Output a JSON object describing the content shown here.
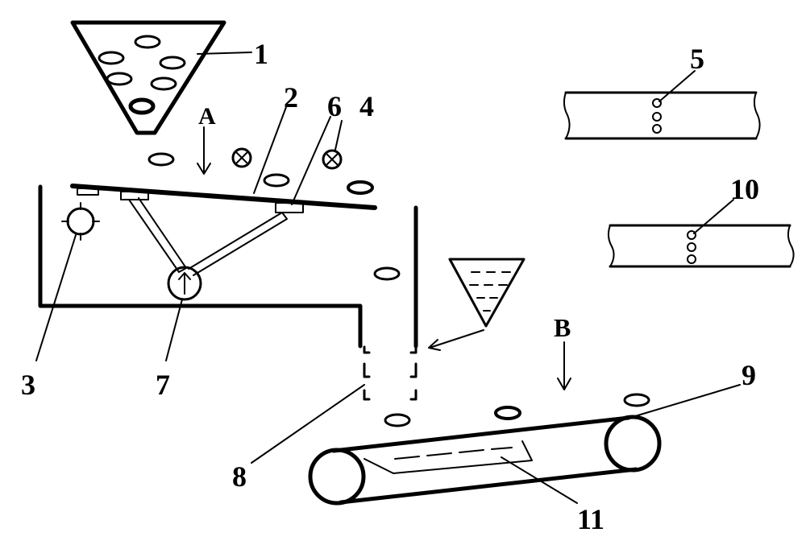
{
  "diagram": {
    "labels": {
      "hopper": "1",
      "inclined_plate": "2",
      "motor": "3",
      "bad_item": "4",
      "upper_strip": "5",
      "pivot": "6",
      "vibrator": "7",
      "spray_nozzles": "8",
      "conveyor": "9",
      "lower_strip": "10",
      "liquid_tray": "11",
      "view_a": "A",
      "view_b": "B"
    }
  }
}
